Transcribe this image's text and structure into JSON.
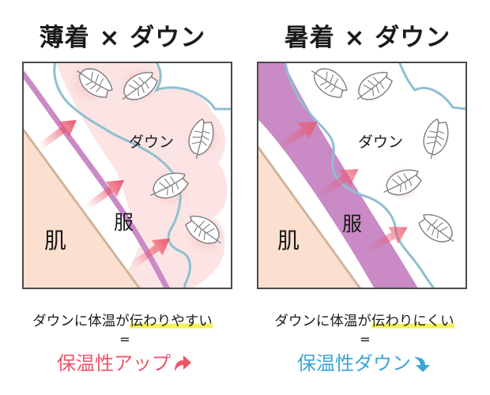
{
  "left": {
    "title": "薄着 × ダウン",
    "label_down": "ダウン",
    "label_clothes": "服",
    "label_skin": "肌",
    "desc_before": "ダウンに体温が",
    "desc_highlight": "伝わりやすい",
    "equals": "=",
    "result": "保温性アップ",
    "result_icon": "arrow-up-icon",
    "result_color": "#ec5569"
  },
  "right": {
    "title": "暑着 × ダウン",
    "label_down": "ダウン",
    "label_clothes": "服",
    "label_skin": "肌",
    "desc_before": "ダウンに体温が",
    "desc_highlight": "伝わりにくい",
    "equals": "=",
    "result": "保温性ダウン",
    "result_icon": "arrow-down-icon",
    "result_color": "#3aa6d6"
  },
  "colors": {
    "skin": "#fce0cf",
    "clothes": "#c98ac6",
    "warmth": "#fce4e4",
    "down_outline": "#8fbfd0",
    "arrow": "#ec5569",
    "highlight": "#f7f05a"
  }
}
